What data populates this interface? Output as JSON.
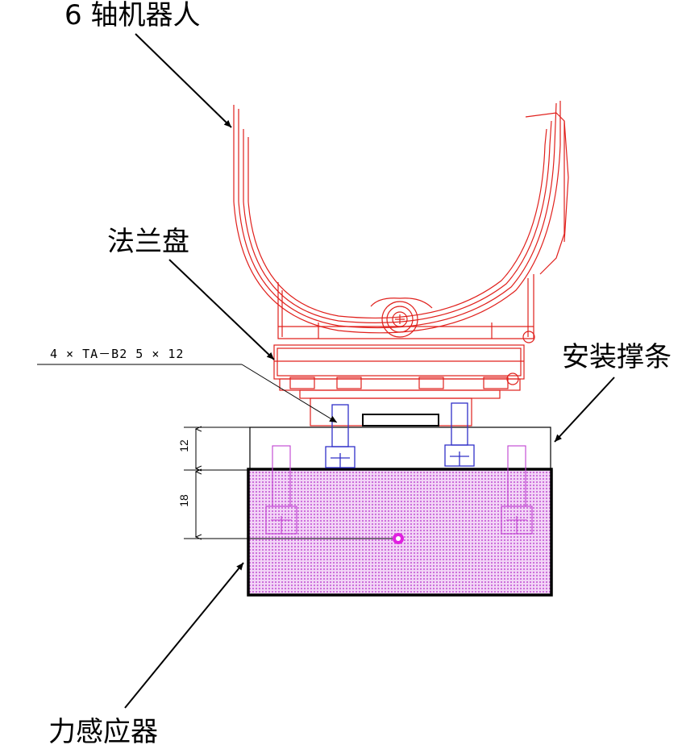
{
  "labels": {
    "robot": "6 轴机器人",
    "flange": "法兰盘",
    "bolt_spec": "4 × TA－B2 5 × 12",
    "bracket": "安装撑条",
    "sensor": "力感应器"
  },
  "dimensions": {
    "upper": "12",
    "lower": "18"
  },
  "colors": {
    "robot": "#e0201c",
    "bolt_blue": "#3030c8",
    "sensor_fill": "#e9b8f0",
    "sensor_line": "#c040d0",
    "outline": "#000000"
  }
}
